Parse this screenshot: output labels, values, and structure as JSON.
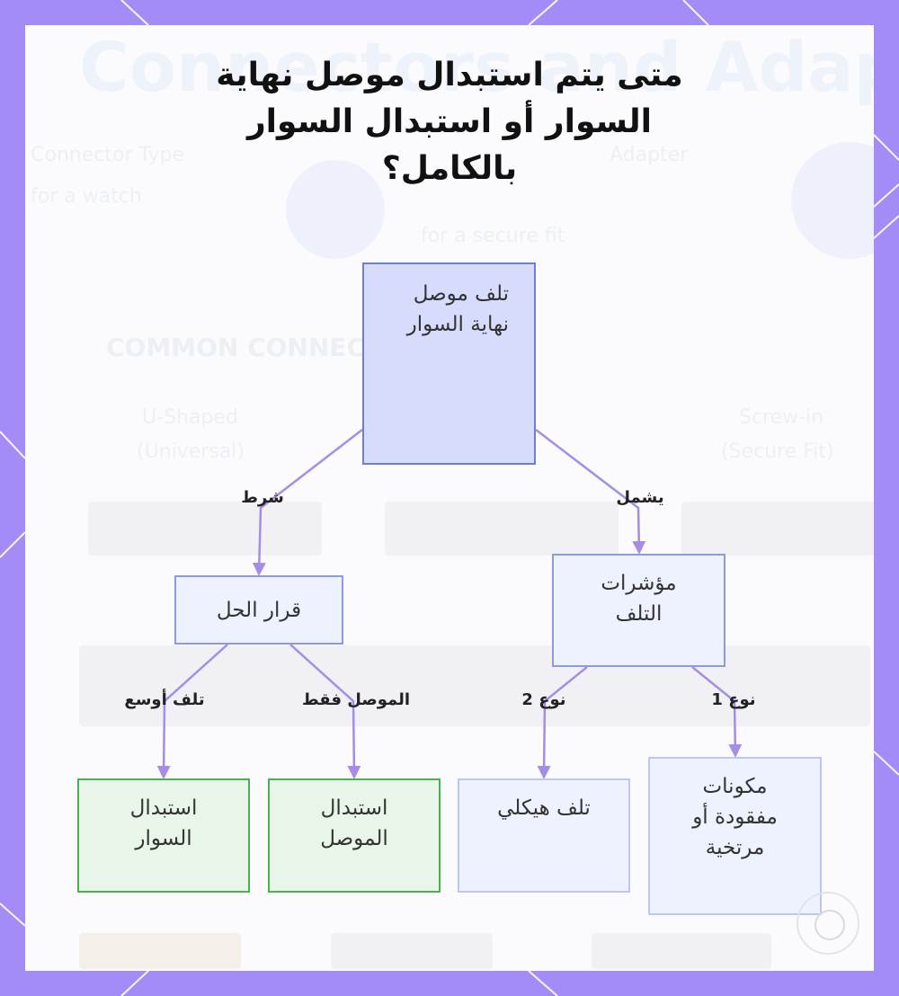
{
  "title": {
    "lines": [
      "متى يتم استبدال موصل نهاية",
      "السوار أو استبدال السوار",
      "بالكامل؟"
    ]
  },
  "background": {
    "heading": "Connectors and Adapters",
    "labels": [
      "Connector Type",
      "Adapter",
      "COMMON CONNECTOR TYPES",
      "U-Shaped",
      "(Universal)",
      "Screw-in",
      "(Secure Fit)",
      "for a watch",
      "for a secure fit"
    ]
  },
  "nodes": {
    "root": {
      "lines": [
        "تلف موصل",
        "نهاية السوار"
      ]
    },
    "decision": {
      "lines": [
        "قرار الحل"
      ]
    },
    "indicators": {
      "lines": [
        "مؤشرات",
        "التلف"
      ]
    },
    "replace_bracelet": {
      "lines": [
        "استبدال",
        "السوار"
      ]
    },
    "replace_connector": {
      "lines": [
        "استبدال",
        "الموصل"
      ]
    },
    "structural": {
      "lines": [
        "تلف هيكلي"
      ]
    },
    "missing": {
      "lines": [
        "مكونات",
        "مفقودة أو",
        "مرتخية"
      ]
    }
  },
  "edges": {
    "condition": "شرط",
    "includes": "يشمل",
    "wider_damage": "تلف أوسع",
    "connector_only": "الموصل فقط",
    "type2": "نوع 2",
    "type1": "نوع 1"
  },
  "colors": {
    "frame": "#a48cf6",
    "edge": "#a58de6",
    "root_fill": "#d7dcfd",
    "outcome_fill": "#e8f5e9",
    "outcome_border": "#4caf50"
  }
}
